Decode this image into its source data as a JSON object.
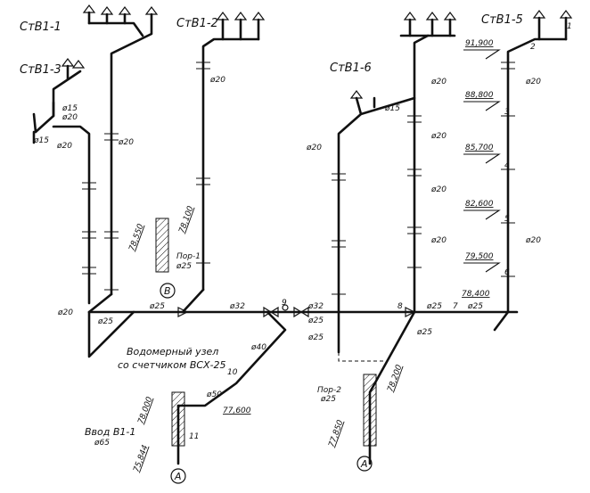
{
  "risers": {
    "r1": "СтВ1-1",
    "r2": "СтВ1-2",
    "r3": "СтВ1-3",
    "r5": "СтВ1-5",
    "r6": "СтВ1-6"
  },
  "diameters": {
    "d15": "ø15",
    "d20": "ø20",
    "d25": "ø25",
    "d32": "ø32",
    "d40": "ø40",
    "d50": "ø50",
    "d65": "ø65"
  },
  "elevations": {
    "e1": "91,900",
    "e2": "88,800",
    "e3": "85,700",
    "e4": "82,600",
    "e5": "79,500",
    "e6": "78,400",
    "e7": "78,550",
    "e8": "78,100",
    "e9": "78,000",
    "e10": "77,600",
    "e11": "75,844",
    "e12": "77,850",
    "e13": "78,200"
  },
  "labels": {
    "meter_line1": "Водомерный узел",
    "meter_line2": "со счетчиком ВСХ-25",
    "input": "Ввод В1-1",
    "point_a1": "А",
    "point_a2": "А",
    "point_b": "В",
    "por1": "Пор-1",
    "por2": "Пор-2",
    "n1": "1",
    "n2": "2",
    "n3": "3",
    "n4": "4",
    "n5": "5",
    "n6": "6",
    "n7": "7",
    "n8": "8",
    "n9": "9",
    "n10": "10",
    "n11": "11"
  }
}
